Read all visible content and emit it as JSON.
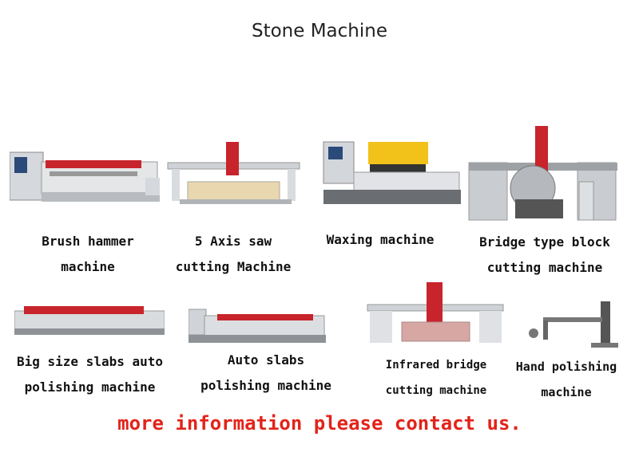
{
  "title": "Stone Machine",
  "colors": {
    "accent_red": "#e2231a",
    "machine_red": "#c8242b",
    "metal_gray": "#c9ccd0",
    "dark_gray": "#5a5d62"
  },
  "products": [
    {
      "line1": "Brush hammer",
      "line2": "machine"
    },
    {
      "line1": "5 Axis saw",
      "line2": "cutting Machine"
    },
    {
      "line1": "Waxing machine",
      "line2": ""
    },
    {
      "line1": "Bridge type block",
      "line2": "cutting machine"
    },
    {
      "line1": "Big size slabs auto",
      "line2": "polishing machine"
    },
    {
      "line1": "Auto slabs",
      "line2": "polishing machine"
    },
    {
      "line1": "Infrared bridge",
      "line2": "cutting machine"
    },
    {
      "line1": "Hand polishing",
      "line2": "machine"
    }
  ],
  "footer": "more information please contact us."
}
